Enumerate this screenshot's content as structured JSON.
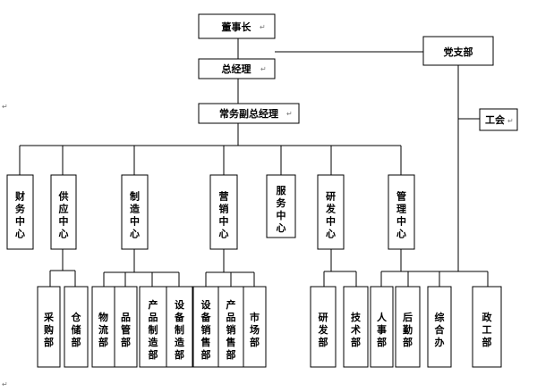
{
  "org": {
    "chairman": "董事长",
    "party_branch": "党支部",
    "general_manager": "总经理",
    "executive_vp": "常务副总经理",
    "union": "工会",
    "centers": {
      "finance": "财务中心",
      "supply": "供应中心",
      "manufacturing": "制造中心",
      "marketing": "营销中心",
      "service": "服务中心",
      "rnd": "研发中心",
      "management": "管理中心"
    },
    "departments": {
      "purchasing": "采购部",
      "warehouse": "仓储部",
      "logistics": "物流部",
      "quality": "品管部",
      "product_mfg": "产品制造部",
      "equipment_mfg": "设备制造部",
      "equipment_sales": "设备销售部",
      "product_sales": "产品销售部",
      "market": "市场部",
      "research": "研发部",
      "technical": "技术部",
      "hr": "人事部",
      "logistics_support": "后勤部",
      "general_office": "综合办",
      "political": "政工部"
    },
    "para_mark": "↵"
  }
}
